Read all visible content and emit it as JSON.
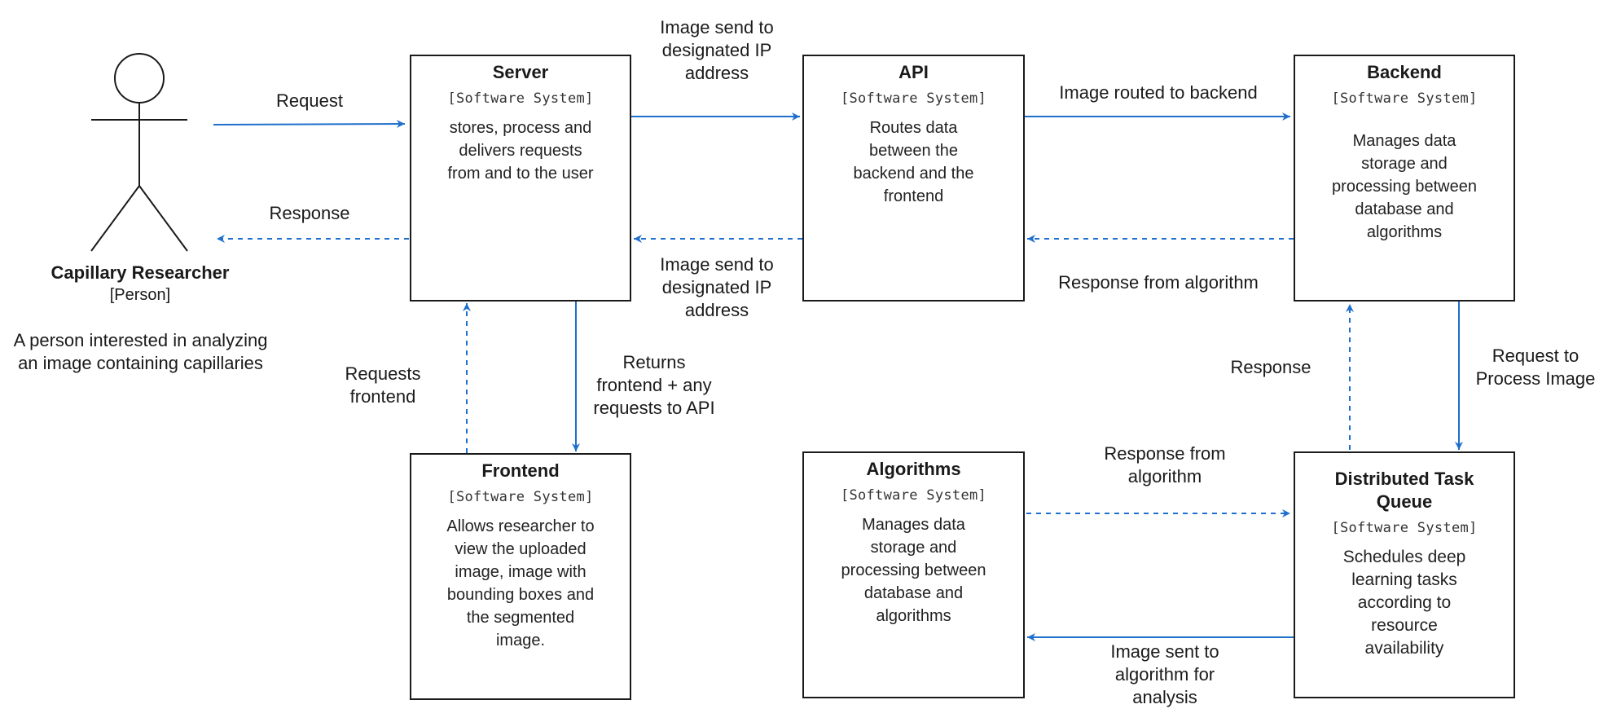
{
  "person": {
    "name": "Capillary Researcher",
    "kind": "[Person]",
    "description_line1": "A person interested in analyzing",
    "description_line2": "an image containing capillaries"
  },
  "systems": {
    "server": {
      "title": "Server",
      "kind": "[Software System]",
      "desc": [
        "stores, process and",
        "delivers requests",
        "from and to the user"
      ]
    },
    "api": {
      "title": "API",
      "kind": "[Software System]",
      "desc": [
        "Routes data",
        "between the",
        "backend and the",
        "frontend"
      ]
    },
    "backend": {
      "title": "Backend",
      "kind": "[Software System]",
      "desc": [
        "Manages data",
        "storage and",
        "processing between",
        "database and",
        "algorithms"
      ]
    },
    "frontend": {
      "title": "Frontend",
      "kind": "[Software System]",
      "desc": [
        "Allows researcher to",
        "view the uploaded",
        "image, image with",
        "bounding boxes and",
        "the segmented",
        "image."
      ]
    },
    "algorithms": {
      "title": "Algorithms",
      "kind": "[Software System]",
      "desc": [
        "Manages data",
        "storage and",
        "processing between",
        "database and",
        "algorithms"
      ]
    },
    "queue": {
      "title": [
        "Distributed Task",
        "Queue"
      ],
      "kind": "[Software System]",
      "desc": [
        "Schedules deep",
        "learning tasks",
        "according to",
        "resource",
        "availability"
      ]
    }
  },
  "edges": {
    "request": [
      "Request"
    ],
    "response": [
      "Response"
    ],
    "server_to_api": [
      "Image send to",
      "designated IP",
      "address"
    ],
    "api_to_server": [
      "Image send to",
      "designated IP",
      "address"
    ],
    "api_to_backend": [
      "Image routed to backend"
    ],
    "backend_to_api": [
      "Response from algorithm"
    ],
    "frontend_to_server": [
      "Requests",
      "frontend"
    ],
    "server_to_frontend": [
      "Returns",
      "frontend + any",
      "requests to API"
    ],
    "queue_to_backend": [
      "Response"
    ],
    "backend_to_queue": [
      "Request to",
      "Process Image"
    ],
    "algorithms_to_queue": [
      "Response from",
      "algorithm"
    ],
    "queue_to_algorithms": [
      "Image sent to",
      "algorithm for",
      "analysis"
    ]
  },
  "colors": {
    "arrow": "#1f6fcc",
    "border": "#1a1a1a"
  }
}
